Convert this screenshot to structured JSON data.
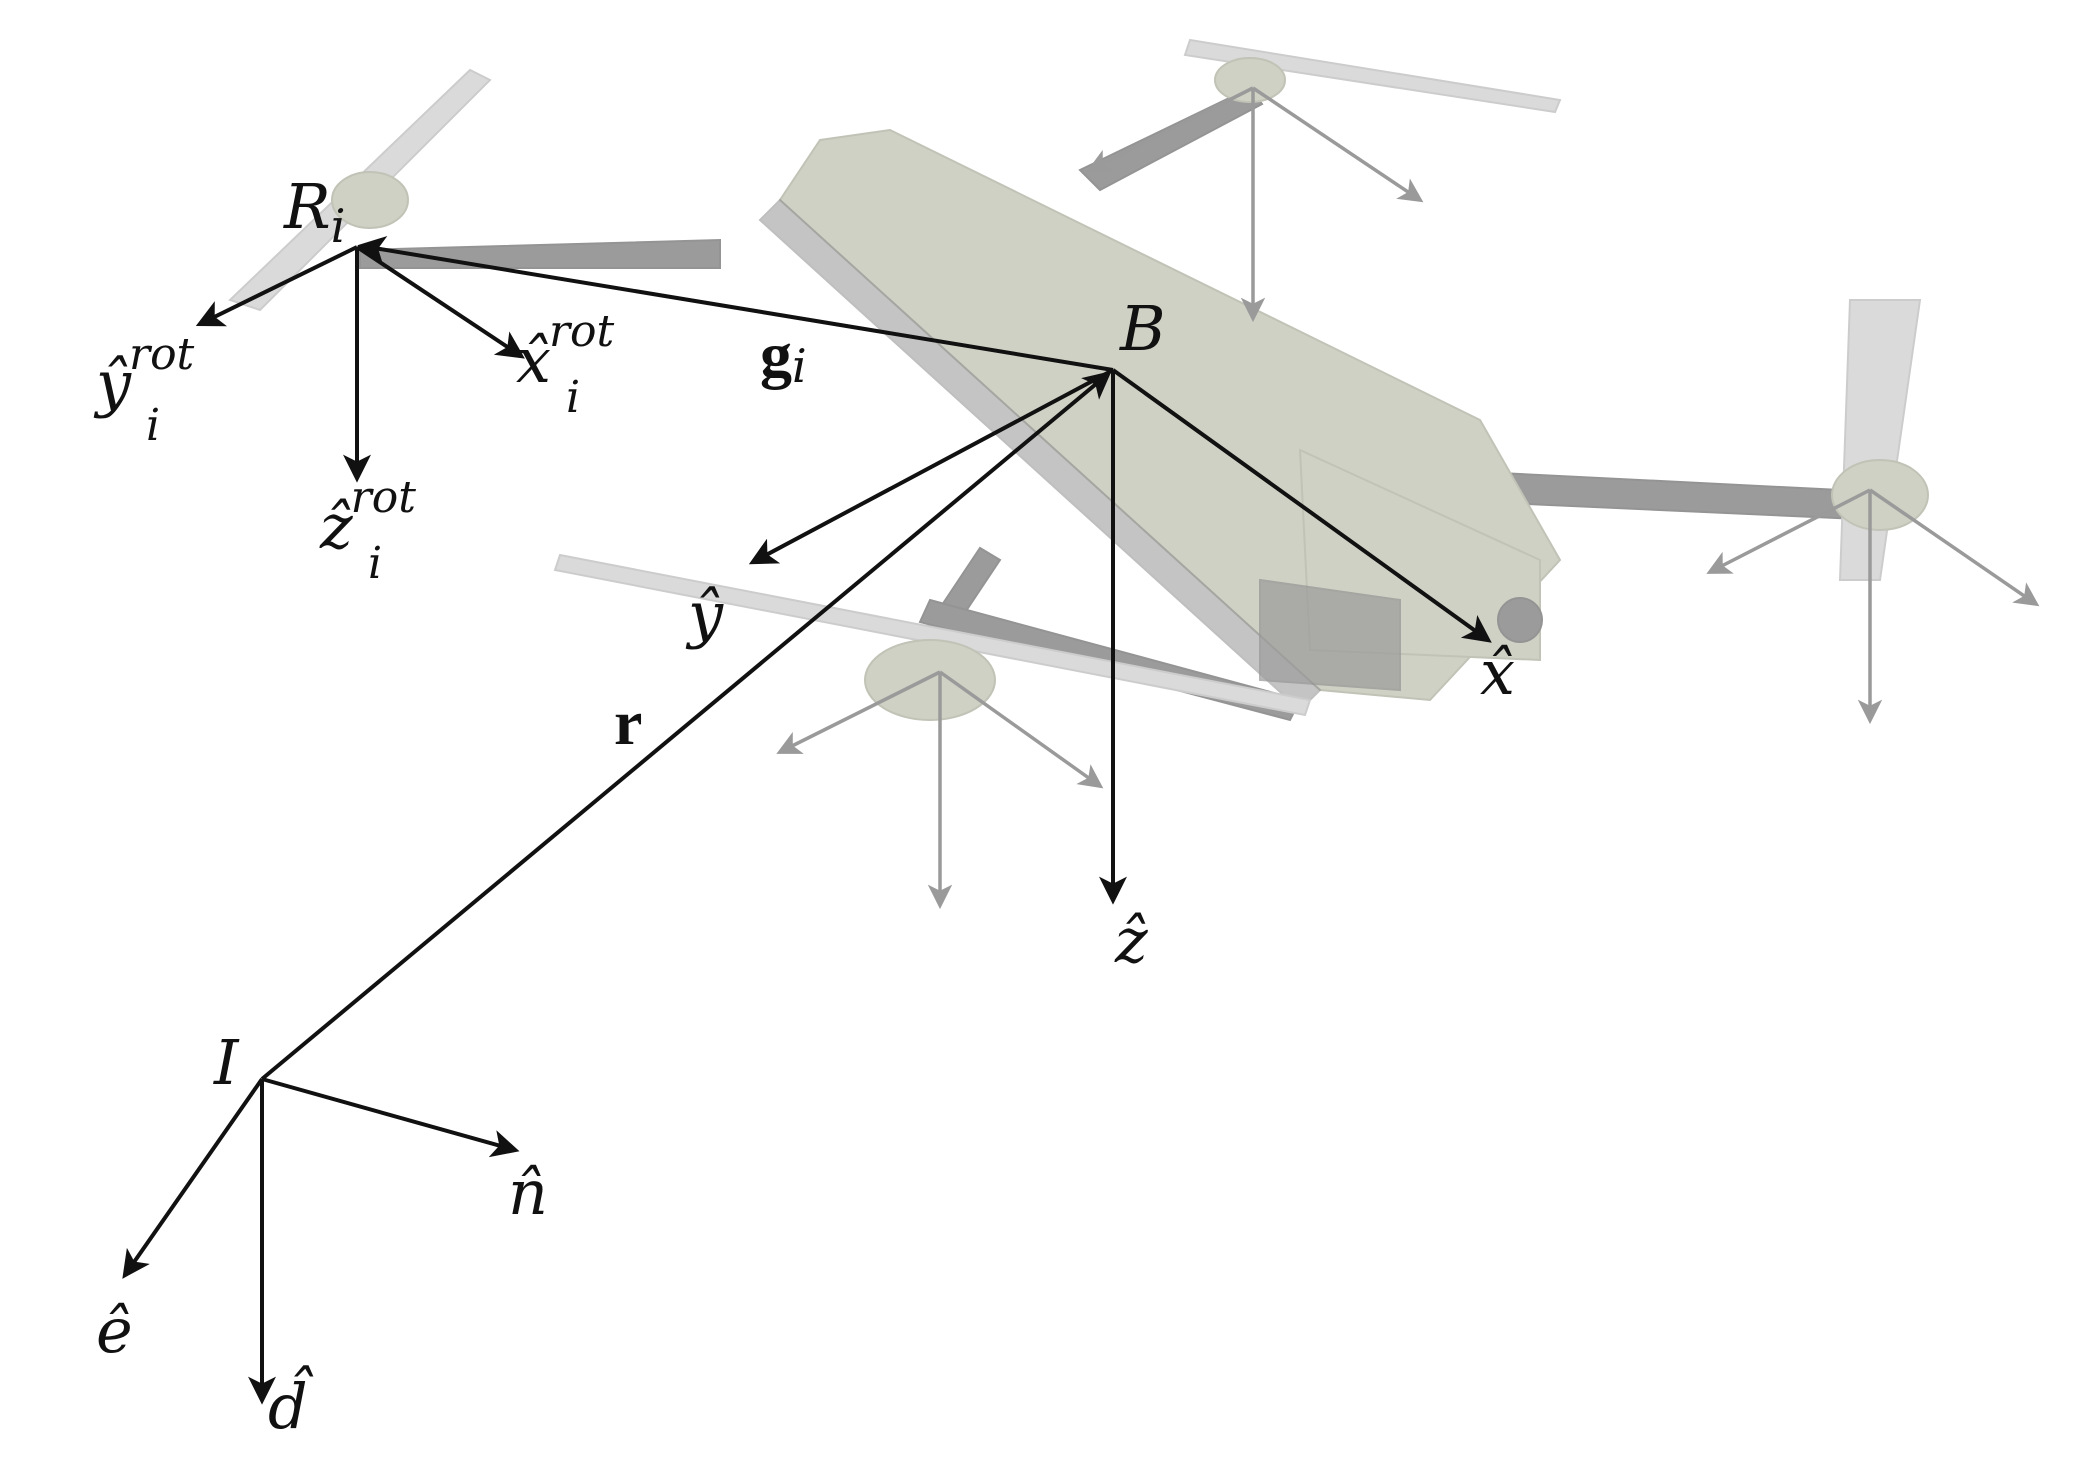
{
  "figure": {
    "points": {
      "rotor": {
        "name": "R",
        "sub": "i"
      },
      "body": {
        "name": "B"
      },
      "inertial": {
        "name": "I"
      }
    },
    "vectors": {
      "g": {
        "name": "g",
        "sub": "i"
      },
      "r": {
        "name": "r"
      }
    },
    "rotor_axes": {
      "x": {
        "base": "x̂",
        "sub": "i",
        "sup": "rot"
      },
      "y": {
        "base": "ŷ",
        "sub": "i",
        "sup": "rot"
      },
      "z": {
        "base": "ẑ",
        "sub": "i",
        "sup": "rot"
      }
    },
    "body_axes": {
      "x": "x̂",
      "y": "ŷ",
      "z": "ẑ"
    },
    "inertial_axes": {
      "n": "n̂",
      "e": "ê",
      "d": "d̂"
    },
    "colors": {
      "axes": "#111111",
      "ghost_axes": "#9a9a9a",
      "drone_body": "#a7ad94",
      "drone_arms": "#4b4b4b",
      "propellers": "#bdbdbd"
    }
  }
}
